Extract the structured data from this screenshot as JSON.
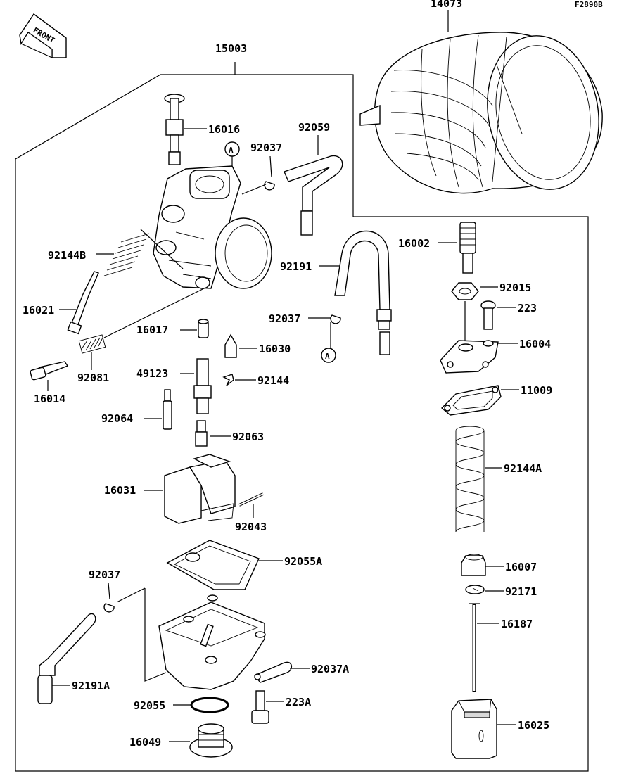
{
  "figure_code": "F2890B",
  "front_label": "FRONT",
  "callout_a": "A",
  "parts": {
    "air_cleaner": "14073",
    "carburetor_assy": "15003",
    "pilot_screw_assy": "16016",
    "clip_a": "92037",
    "hose_a": "92059",
    "spring_b": "92144B",
    "screw_16021": "16021",
    "hose_92191": "92191",
    "clip_b": "92037",
    "cap_16002": "16002",
    "nut_92015": "92015",
    "screw_223": "223",
    "cover_16004": "16004",
    "gasket_11009": "11009",
    "spring_a": "92144A",
    "holder_16007": "16007",
    "clip_92171": "92171",
    "needle_16187": "16187",
    "throttle_valve": "16025",
    "jet_16017": "16017",
    "valve_16030": "16030",
    "needle_jet_49123": "49123",
    "spring_92144": "92144",
    "screw_16014": "16014",
    "spring_92081": "92081",
    "jet_92064": "92064",
    "jet_92063": "92063",
    "float_16031": "16031",
    "pin_92043": "92043",
    "gasket_92055a": "92055A",
    "clip_c": "92037",
    "hose_92191a": "92191A",
    "plate_92037a": "92037A",
    "oring_92055": "92055",
    "screw_223a": "223A",
    "plug_16049": "16049"
  }
}
